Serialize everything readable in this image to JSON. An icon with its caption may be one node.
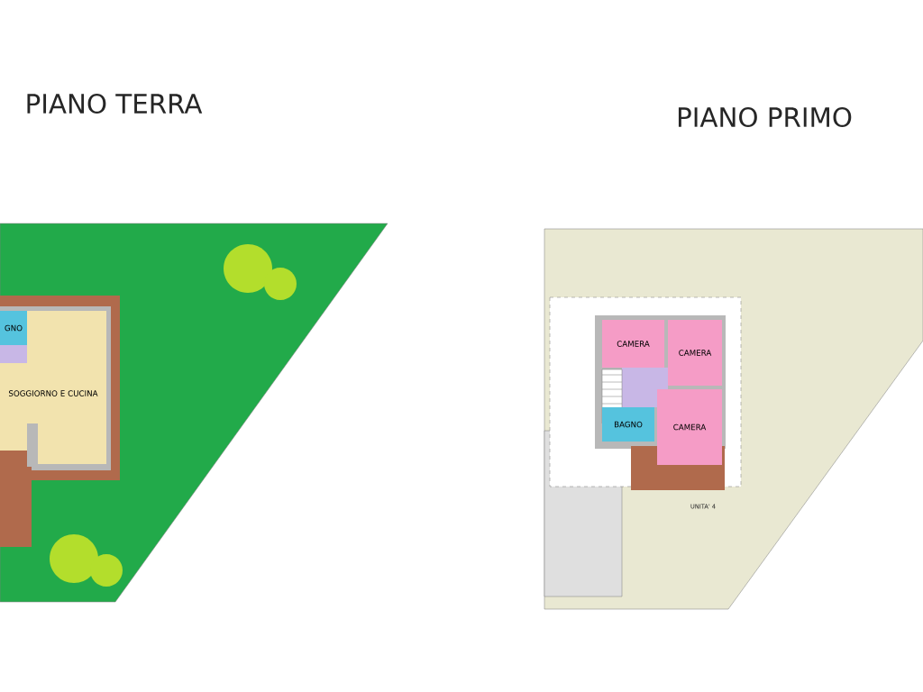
{
  "diagram": {
    "nodes": [
      {
        "text": [
          "GNO"
        ]
      },
      {
        "text": [
          "SOGGIORNO E CUCINA"
        ]
      },
      {
        "text": [
          "CAMERA"
        ]
      },
      {
        "text": [
          "CAMERA"
        ]
      },
      {
        "text": [
          "BAGNO"
        ]
      },
      {
        "text": [
          "CAMERA"
        ]
      }
    ],
    "labels": [
      "PIANO TERRA",
      "PIANO PRIMO",
      "UNITA' 4"
    ]
  }
}
